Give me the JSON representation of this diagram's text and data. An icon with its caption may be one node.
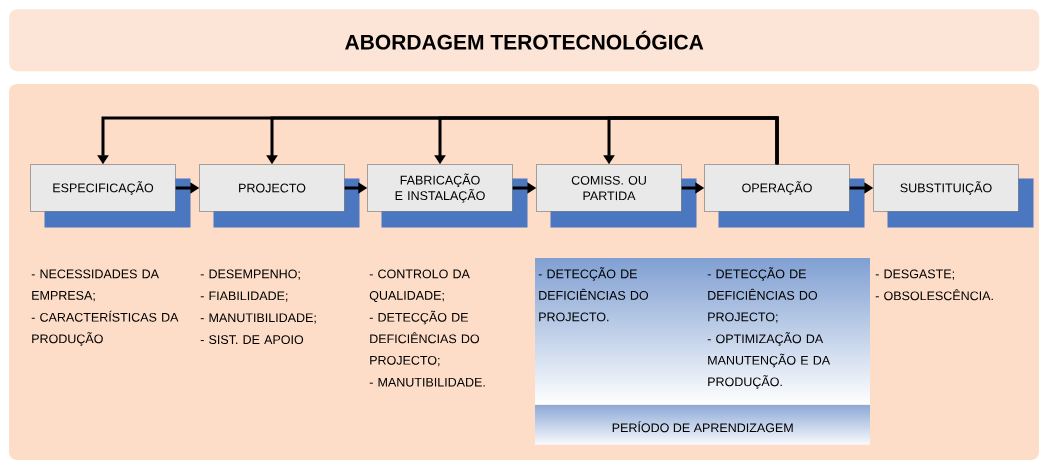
{
  "diagram": {
    "title": "ABORDAGEM TEROTECNOLÓGICA",
    "nodes": [
      {
        "text": [
          "ESPECIFICAÇÃO"
        ]
      },
      {
        "text": [
          "PROJECTO"
        ]
      },
      {
        "text": [
          "FABRICAÇÃO E INSTALAÇÃO"
        ]
      },
      {
        "text": [
          "COMISS. OU PARTIDA"
        ]
      },
      {
        "text": [
          "OPERAÇÃO"
        ]
      },
      {
        "text": [
          "SUBSTITUIÇÃO"
        ]
      },
      {
        "text": [
          "PERÍODO DE APRENDIZAGEM"
        ]
      }
    ],
    "edges": [
      {
        "from": 0,
        "to": 1,
        "arrow": "to"
      },
      {
        "from": 1,
        "to": 2,
        "arrow": "to"
      },
      {
        "from": 2,
        "to": 3,
        "arrow": "to"
      },
      {
        "from": 3,
        "to": 4,
        "arrow": "to"
      },
      {
        "from": 4,
        "to": 5,
        "arrow": "to"
      },
      {
        "from": 4,
        "to": 0,
        "arrow": "to"
      },
      {
        "from": 4,
        "to": 1,
        "arrow": "to"
      },
      {
        "from": 4,
        "to": 2,
        "arrow": "to"
      },
      {
        "from": 4,
        "to": 3,
        "arrow": "to"
      }
    ],
    "labels": [
      "- NECESSIDADES DA EMPRESA;",
      "- CARACTERÍSTICAS DA PRODUÇÃO",
      "- DESEMPENHO;",
      "- FIABILIDADE;",
      "- MANUTIBILIDADE;",
      "- SIST. DE APOIO",
      "- CONTROLO DA QUALIDADE;",
      "- DETECÇÃO DE DEFICIÊNCIAS DO PROJECTO;",
      "- MANUTIBILIDADE.",
      "- DETECÇÃO DE DEFICIÊNCIAS DO PROJECTO.",
      "- DETECÇÃO DE DEFICIÊNCIAS DO PROJECTO;",
      "- OPTIMIZAÇÃO DA MANUTENÇÃO E DA PRODUÇÃO.",
      "- DESGASTE;",
      "- OBSOLESCÊNCIA."
    ]
  }
}
